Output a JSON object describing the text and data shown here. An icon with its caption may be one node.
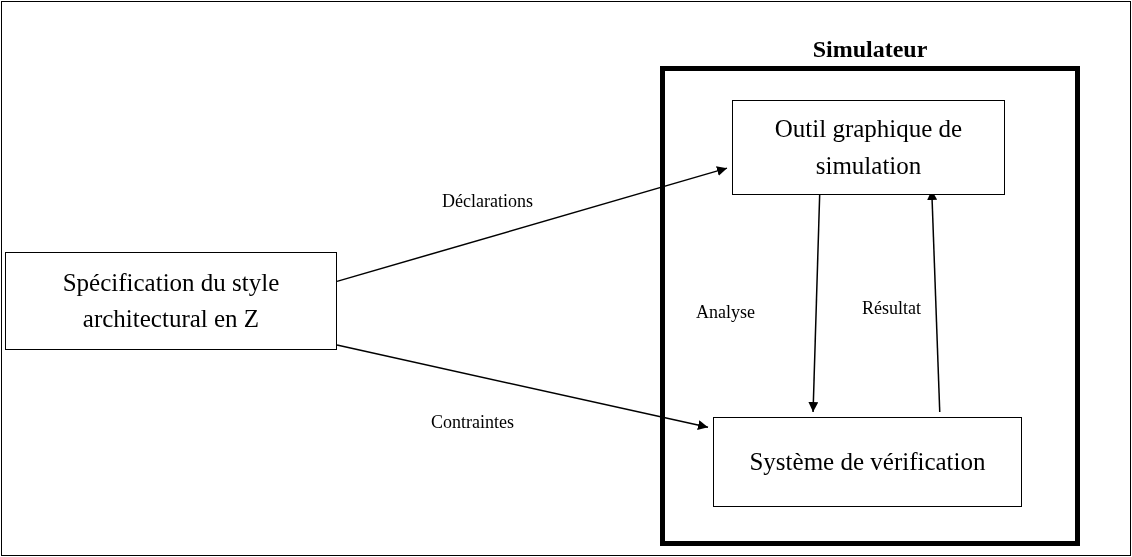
{
  "diagram": {
    "nodes": [
      {
        "text": [
          "Simulateur"
        ]
      },
      {
        "text": [
          "Outil graphique de simulation"
        ],
        "in": 0
      },
      {
        "text": [
          "Système de vérification"
        ],
        "in": 0
      },
      {
        "text": [
          "Spécification du style architectural en Z"
        ]
      }
    ],
    "edges": [
      {
        "from": 3,
        "to": 1,
        "arrow": "to",
        "label": "Déclarations"
      },
      {
        "from": 3,
        "to": 2,
        "arrow": "to",
        "label": "Contraintes"
      },
      {
        "from": 1,
        "to": 2,
        "arrow": "to",
        "label": "Analyse"
      },
      {
        "from": 2,
        "to": 1,
        "arrow": "to",
        "label": "Résultat"
      }
    ]
  }
}
